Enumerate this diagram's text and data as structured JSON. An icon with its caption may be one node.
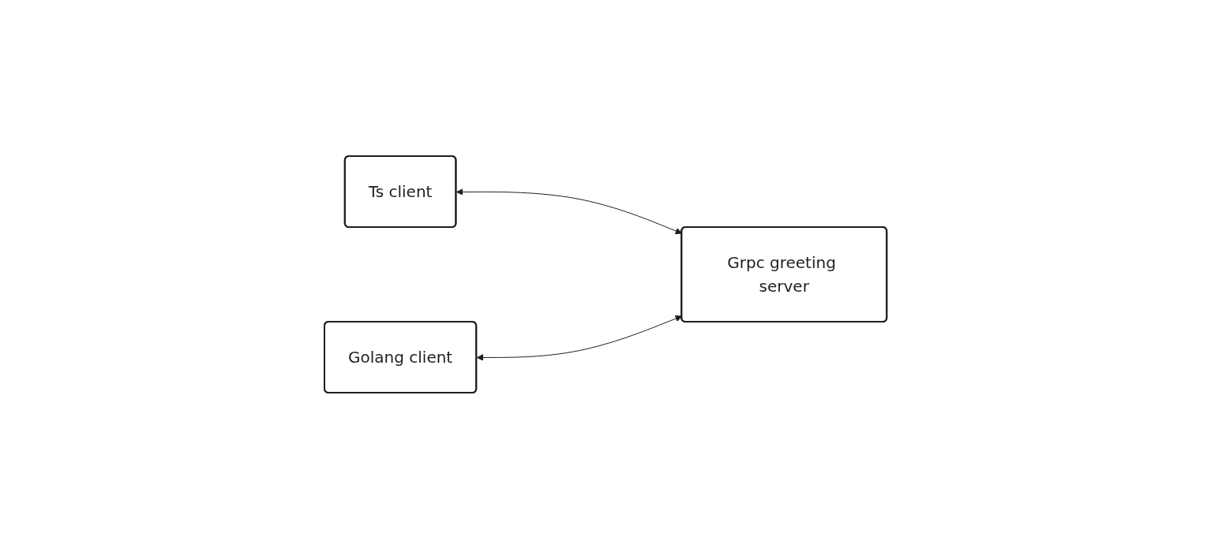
{
  "diagram": {
    "nodes": [
      {
        "text": [
          "Ts client"
        ]
      },
      {
        "text": [
          "Golang client"
        ]
      },
      {
        "text": [
          "Grpc greeting server"
        ]
      }
    ],
    "edges": [
      {
        "from": 0,
        "to": 2,
        "arrow": "both"
      },
      {
        "from": 1,
        "to": 2,
        "arrow": "both"
      }
    ]
  }
}
